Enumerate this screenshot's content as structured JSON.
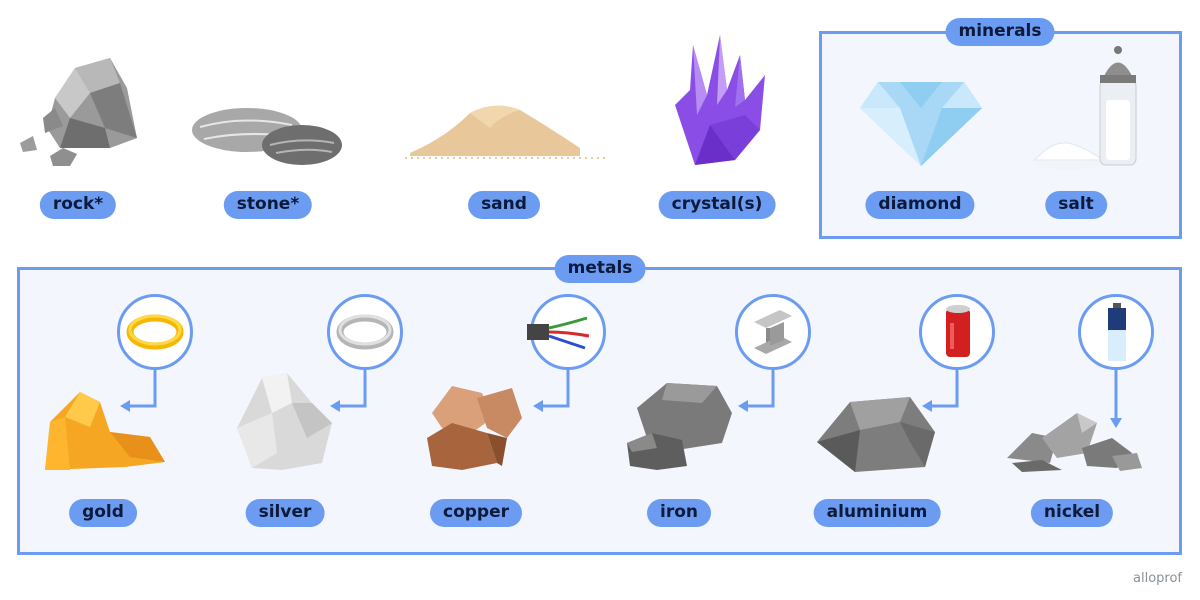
{
  "top_items": [
    {
      "label": "rock*",
      "icon": "rock-icon"
    },
    {
      "label": "stone*",
      "icon": "stones-icon"
    },
    {
      "label": "sand",
      "icon": "sand-pile-icon"
    },
    {
      "label": "crystal(s)",
      "icon": "purple-crystal-icon"
    }
  ],
  "minerals": {
    "title": "minerals",
    "items": [
      {
        "label": "diamond",
        "icon": "diamond-icon"
      },
      {
        "label": "salt",
        "icon": "salt-shaker-icon"
      }
    ]
  },
  "metals": {
    "title": "metals",
    "items": [
      {
        "label": "gold",
        "ore_icon": "gold-ore-icon",
        "object_icon": "gold-ring-icon"
      },
      {
        "label": "silver",
        "ore_icon": "silver-ore-icon",
        "object_icon": "silver-ring-icon"
      },
      {
        "label": "copper",
        "ore_icon": "copper-ore-icon",
        "object_icon": "electric-wire-icon"
      },
      {
        "label": "iron",
        "ore_icon": "iron-ore-icon",
        "object_icon": "steel-beam-icon"
      },
      {
        "label": "aluminium",
        "ore_icon": "aluminium-ore-icon",
        "object_icon": "soda-can-icon"
      },
      {
        "label": "nickel",
        "ore_icon": "nickel-ore-icon",
        "object_icon": "battery-icon"
      }
    ]
  },
  "brand": "alloprof",
  "colors": {
    "accent_blue": "#6b9cf2",
    "label_text": "#0d1a3a",
    "panel_bg": "#f3f7fd"
  }
}
